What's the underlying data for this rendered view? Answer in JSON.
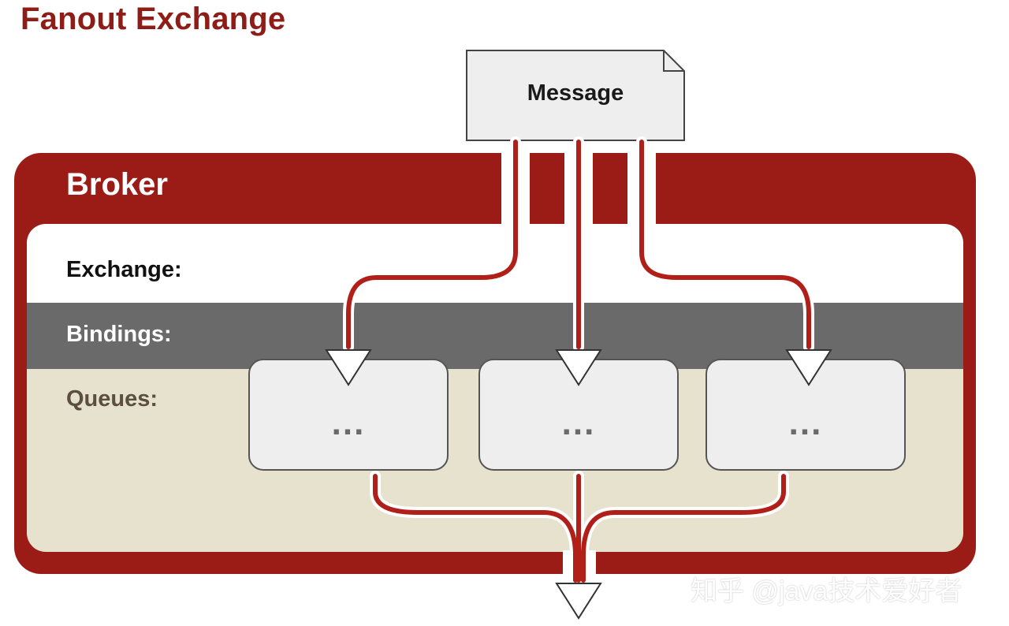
{
  "title": "Fanout Exchange",
  "message": {
    "label": "Message"
  },
  "broker": {
    "label": "Broker",
    "exchange_label": "Exchange:",
    "bindings_label": "Bindings:",
    "queues_label": "Queues:"
  },
  "queues": [
    {
      "label": "..."
    },
    {
      "label": "..."
    },
    {
      "label": "..."
    }
  ],
  "watermark": "知乎 @java技术爱好者",
  "colors": {
    "brand_red": "#9b1c16",
    "title_red": "#8f1d17",
    "bindings_gray": "#6a6a6a",
    "queues_beige": "#e7e2cd",
    "queue_box": "#eeeeee"
  }
}
